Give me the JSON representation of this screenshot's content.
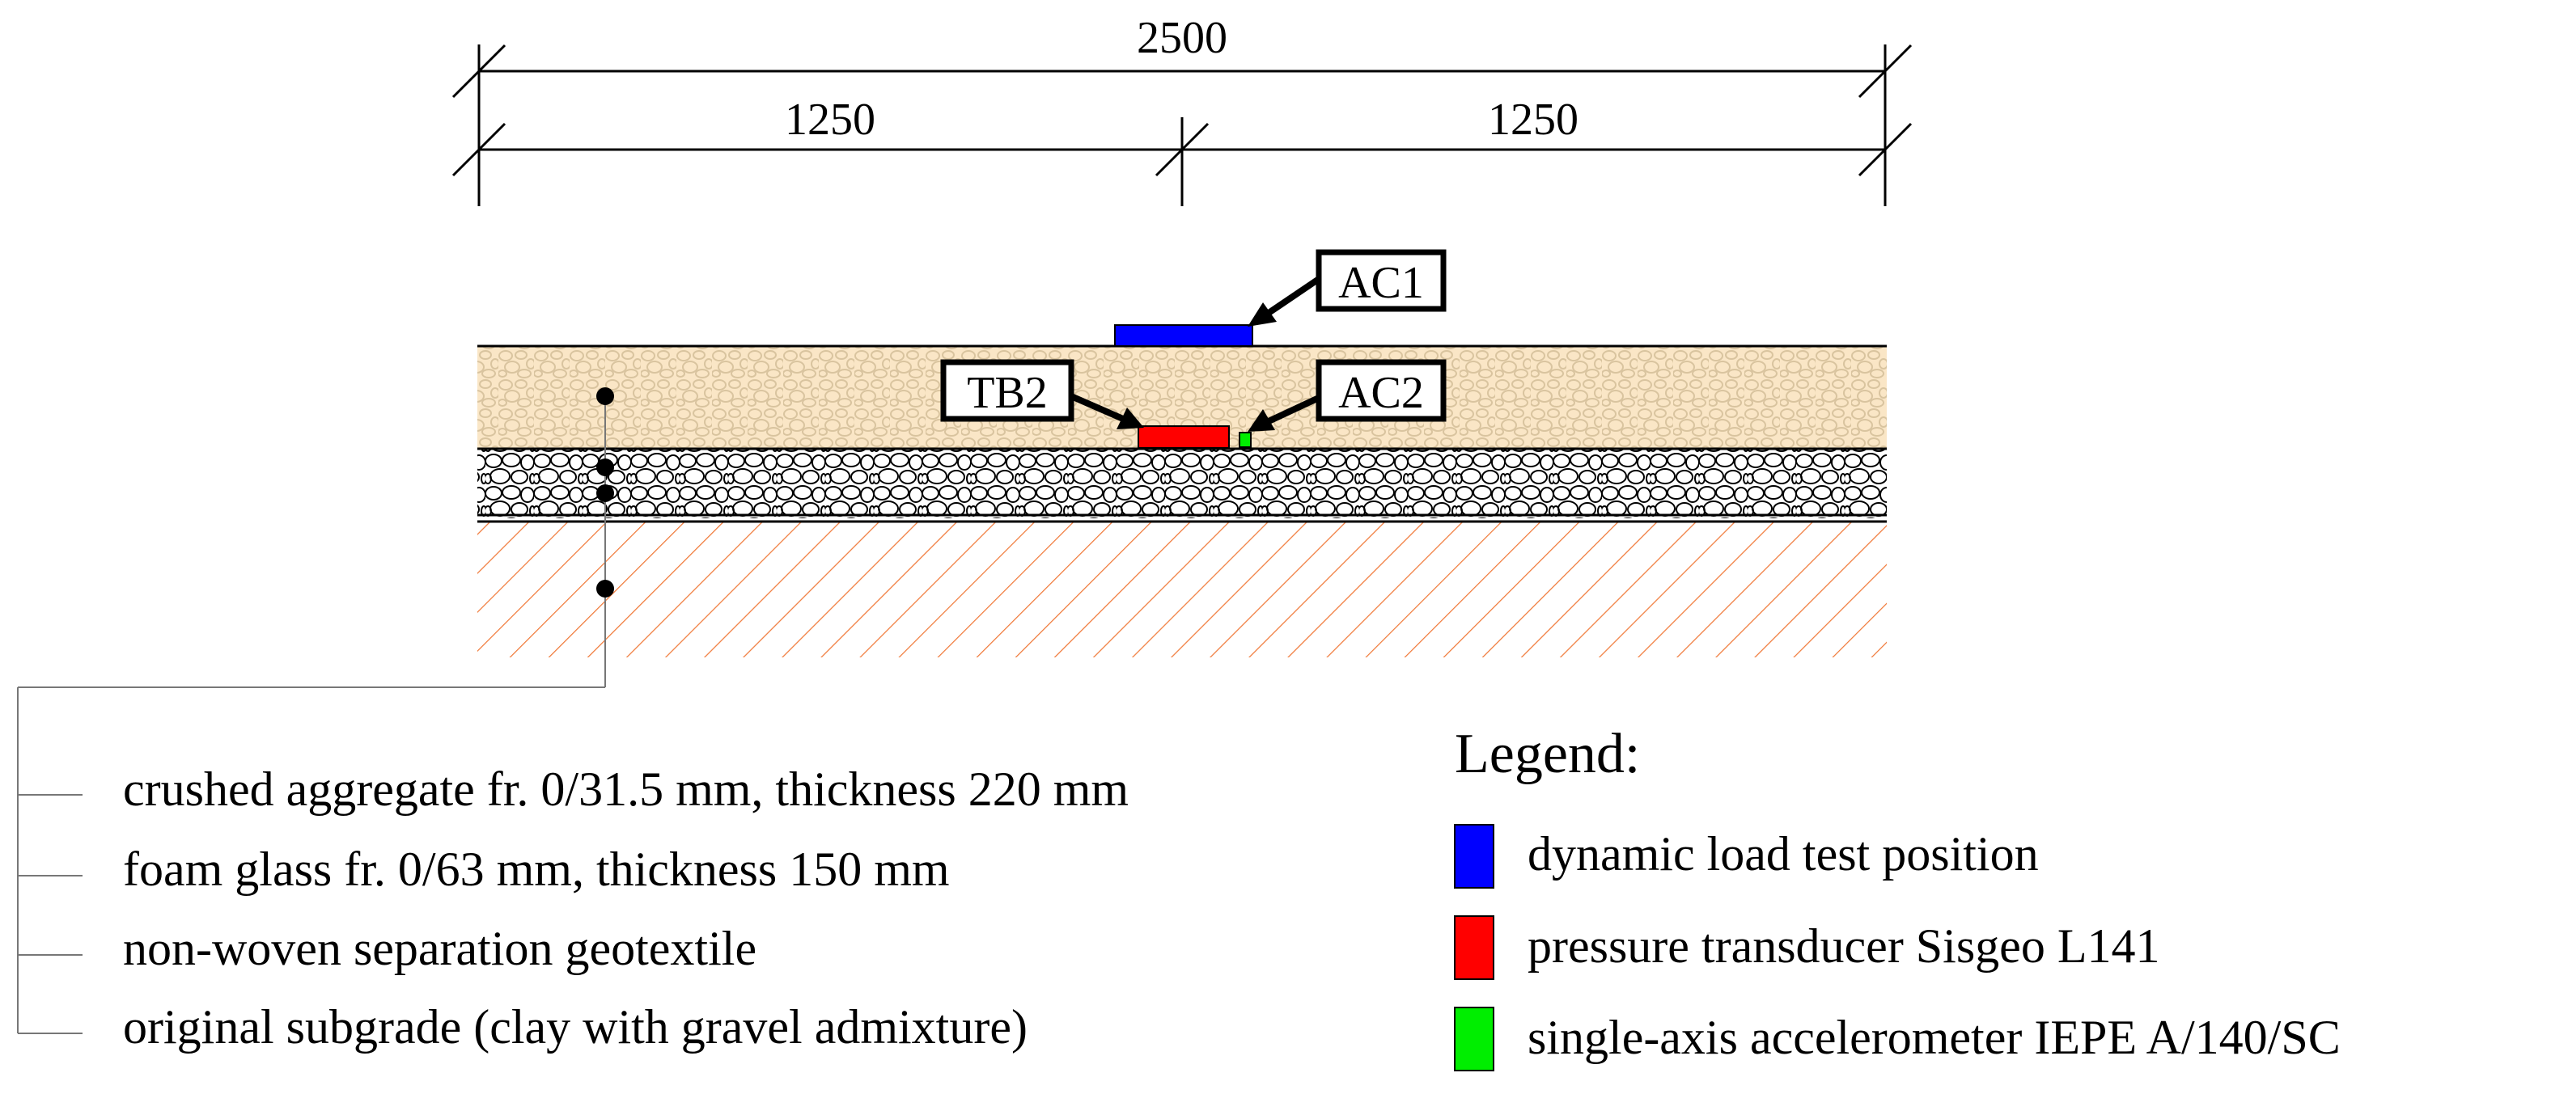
{
  "dimensions": {
    "total": "2500",
    "left_half": "1250",
    "right_half": "1250"
  },
  "sensors": {
    "ac1": "AC1",
    "ac2": "AC2",
    "tb2": "TB2"
  },
  "layers": [
    {
      "label": "crushed aggregate fr. 0/31.5 mm, thickness 220 mm"
    },
    {
      "label": "foam glass fr. 0/63 mm, thickness 150 mm"
    },
    {
      "label": "non-woven separation  geotextile"
    },
    {
      "label": "original subgrade (clay with gravel admixture)"
    }
  ],
  "legend": {
    "title": "Legend:",
    "items": [
      {
        "label": "dynamic load test position",
        "color": "#0000ff"
      },
      {
        "label": "pressure transducer Sisgeo L141",
        "color": "#ff0000"
      },
      {
        "label": "single-axis accelerometer IEPE A/140/SC",
        "color": "#00ee00"
      }
    ]
  },
  "colors": {
    "aggregate_fill": "#fae6c6",
    "aggregate_pebble": "#d9c49f",
    "subgrade_hatch": "#f07a3a"
  }
}
